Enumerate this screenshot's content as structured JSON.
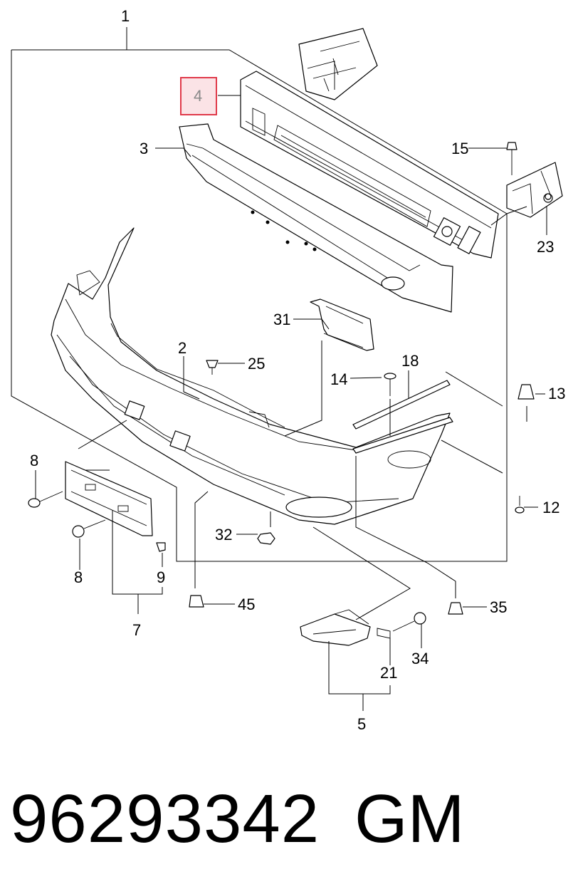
{
  "diagram": {
    "callouts": [
      {
        "id": "c1",
        "label": "1"
      },
      {
        "id": "c2",
        "label": "2"
      },
      {
        "id": "c3",
        "label": "3"
      },
      {
        "id": "c4",
        "label": "4",
        "highlighted": true
      },
      {
        "id": "c5",
        "label": "5"
      },
      {
        "id": "c7",
        "label": "7"
      },
      {
        "id": "c8a",
        "label": "8"
      },
      {
        "id": "c8b",
        "label": "8"
      },
      {
        "id": "c9",
        "label": "9"
      },
      {
        "id": "c12",
        "label": "12"
      },
      {
        "id": "c13",
        "label": "13"
      },
      {
        "id": "c14",
        "label": "14"
      },
      {
        "id": "c15",
        "label": "15"
      },
      {
        "id": "c18",
        "label": "18"
      },
      {
        "id": "c21",
        "label": "21"
      },
      {
        "id": "c23",
        "label": "23"
      },
      {
        "id": "c25",
        "label": "25"
      },
      {
        "id": "c31",
        "label": "31"
      },
      {
        "id": "c32",
        "label": "32"
      },
      {
        "id": "c34",
        "label": "34"
      },
      {
        "id": "c35",
        "label": "35"
      },
      {
        "id": "c45",
        "label": "45"
      }
    ],
    "highlight_color": "#e03a4a",
    "highlight_fill": "#fbe3e6"
  },
  "footer": {
    "part_number": "96293342",
    "brand": "GM"
  }
}
